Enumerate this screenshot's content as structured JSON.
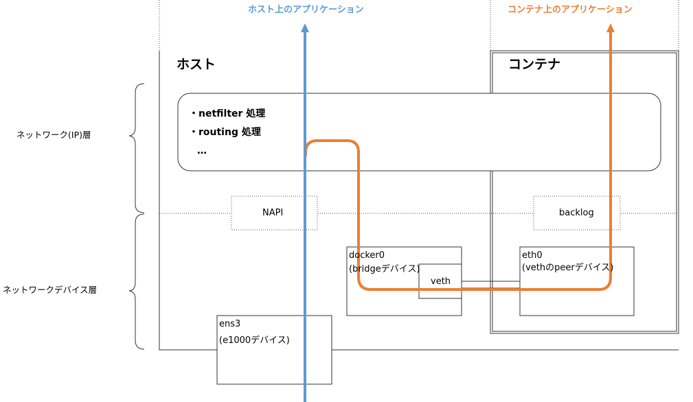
{
  "titles": {
    "host_app": "ホスト上のアプリケーション",
    "container_app": "コンテナ上のアプリケーション"
  },
  "host_label": "ホスト",
  "container_label": "コンテナ",
  "network_layer": {
    "bullets": [
      "・netfilter 処理",
      "・routing 処理"
    ],
    "ellipsis": "…"
  },
  "side_labels": {
    "ip_layer": "ネットワーク(IP)層",
    "device_layer": "ネットワークデバイス層"
  },
  "napi": "NAPI",
  "backlog": "backlog",
  "docker0": {
    "name": "docker0",
    "desc": "(bridgeデバイス)"
  },
  "veth": "veth",
  "eth0": {
    "name": "eth0",
    "desc": "(vethのpeerデバイス)"
  },
  "ens3": {
    "name": "ens3",
    "desc": "(e1000デバイス)"
  },
  "colors": {
    "host_path": "#5B9BD5",
    "container_path": "#ED7D31"
  }
}
